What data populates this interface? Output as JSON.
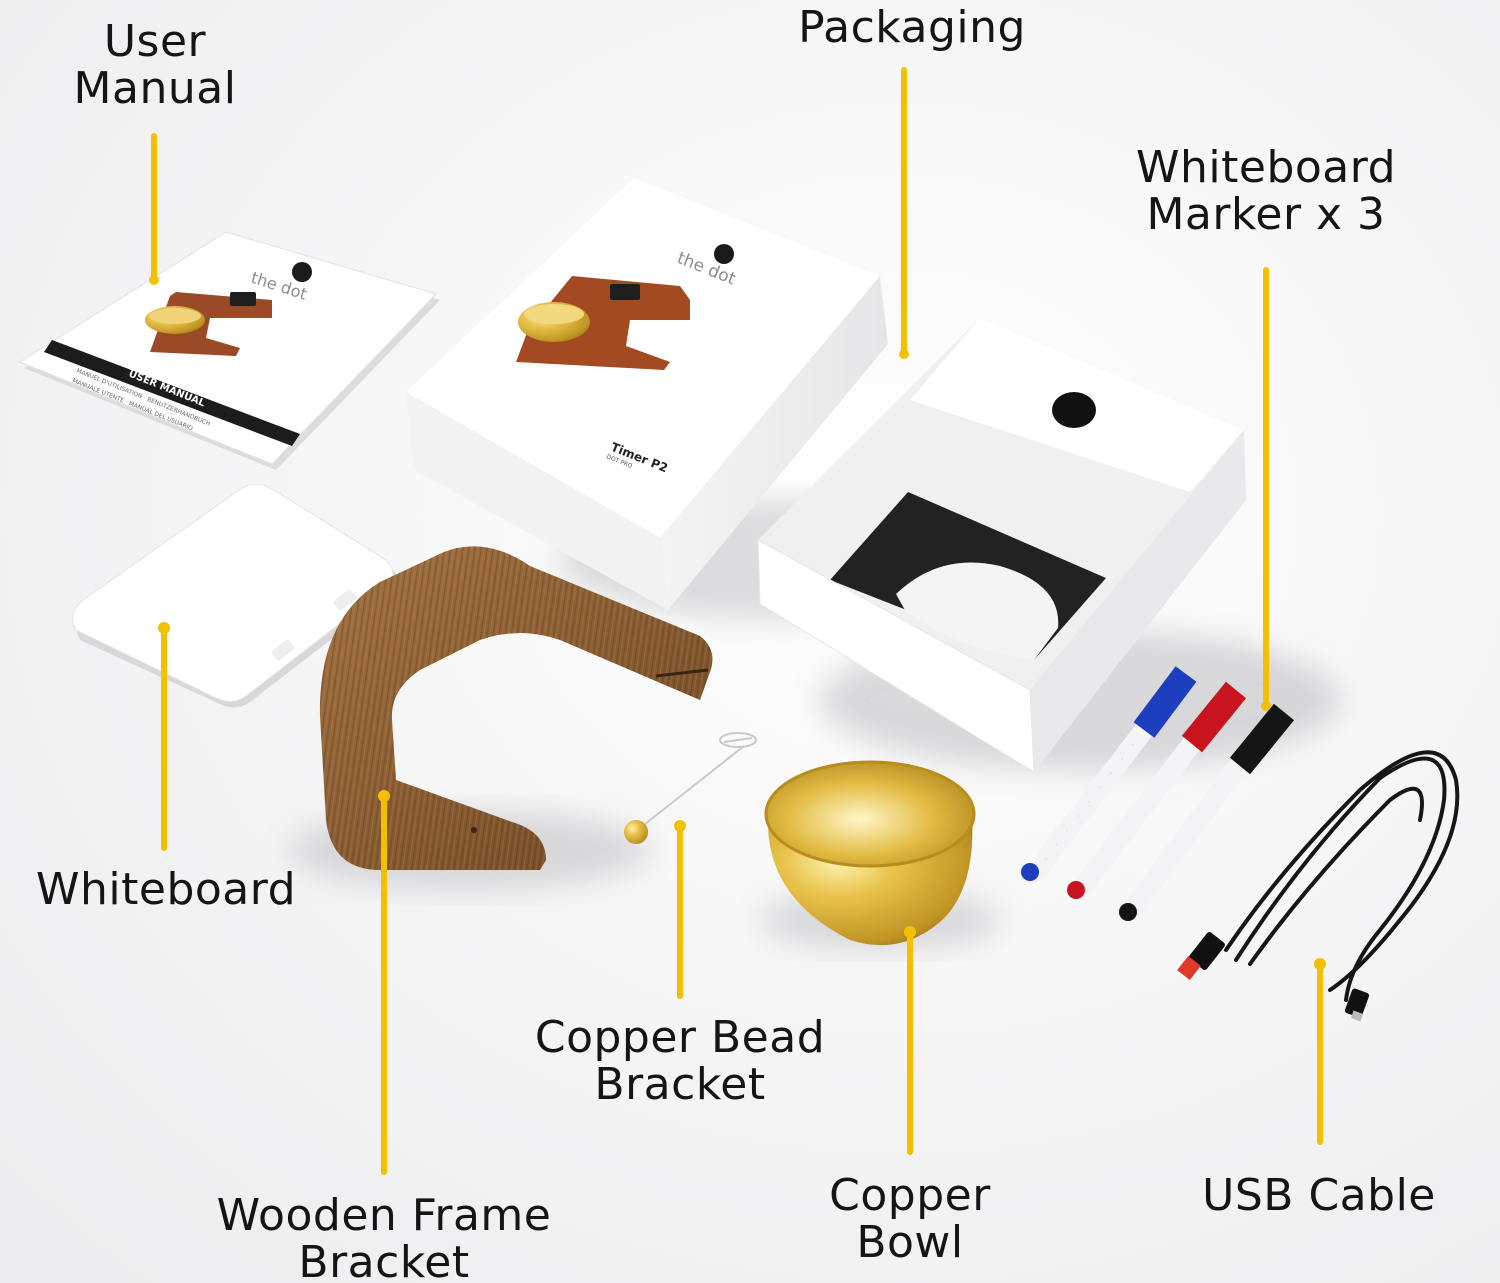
{
  "labels": {
    "user_manual": [
      "User",
      "Manual"
    ],
    "packaging": "Packaging",
    "whiteboard_marker": [
      "Whiteboard",
      "Marker x 3"
    ],
    "whiteboard": "Whiteboard",
    "copper_bead_bracket": [
      "Copper Bead",
      "Bracket"
    ],
    "wooden_frame_bracket": [
      "Wooden Frame",
      "Bracket"
    ],
    "copper_bowl": [
      "Copper",
      "Bowl"
    ],
    "usb_cable": "USB Cable"
  },
  "manual_cover": {
    "brand": "the dot",
    "title": "USER MANUAL",
    "subtitle_1": "MANUEL D'UTILISATION · BENUTZERHANDBUCH",
    "subtitle_2": "MANUALE UTENTE · MANUAL DEL USUARIO"
  },
  "box": {
    "brand": "the dot",
    "product": "Timer P2",
    "product_sub": "DOT PRO"
  },
  "colors": {
    "callout": "#f3c000",
    "wood_dark": "#6e4a26",
    "wood_light": "#9b6d40",
    "gold": "#d9b23c",
    "marker_blue": "#1d3fbf",
    "marker_red": "#c8141e",
    "marker_black": "#151515"
  }
}
